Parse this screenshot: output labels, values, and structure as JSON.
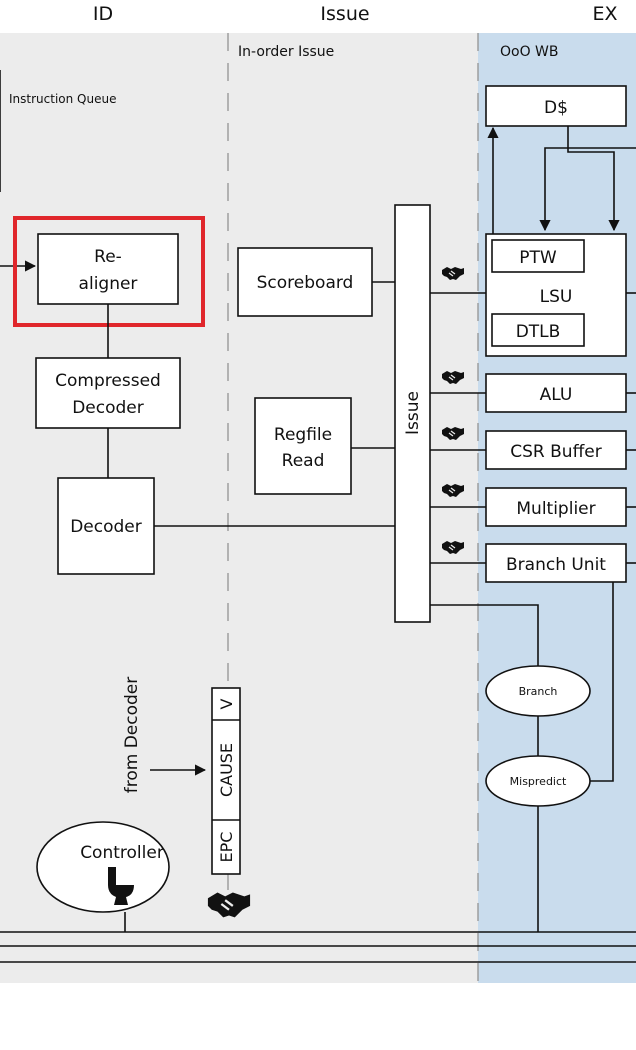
{
  "columns": {
    "id": "ID",
    "issue": "Issue",
    "ex": "EX"
  },
  "stages": {
    "in_order_issue": "In-order Issue",
    "ooo_wb": "OoO WB"
  },
  "blocks": {
    "instruction_queue": "Instruction Queue",
    "realigner_line1": "Re-",
    "realigner_line2": "aligner",
    "compressed_line1": "Compressed",
    "compressed_line2": "Decoder",
    "decoder": "Decoder",
    "scoreboard": "Scoreboard",
    "regfile_line1": "Regfile",
    "regfile_line2": "Read",
    "issue": "Issue",
    "dcache": "D$",
    "ptw": "PTW",
    "lsu": "LSU",
    "dtlb": "DTLB",
    "alu": "ALU",
    "csr_buffer": "CSR Buffer",
    "multiplier": "Multiplier",
    "branch_unit": "Branch Unit",
    "branch": "Branch",
    "mispredict": "Mispredict",
    "from_decoder": "from Decoder",
    "v": "V",
    "cause": "CAUSE",
    "epc": "EPC",
    "controller": "Controller"
  },
  "colors": {
    "background_left": "#ececec",
    "background_ex": "#c9dced",
    "highlight": "#e0262b",
    "line": "#111111"
  },
  "icons": {
    "handshake": "handshake-icon",
    "toilet": "toilet-icon"
  }
}
